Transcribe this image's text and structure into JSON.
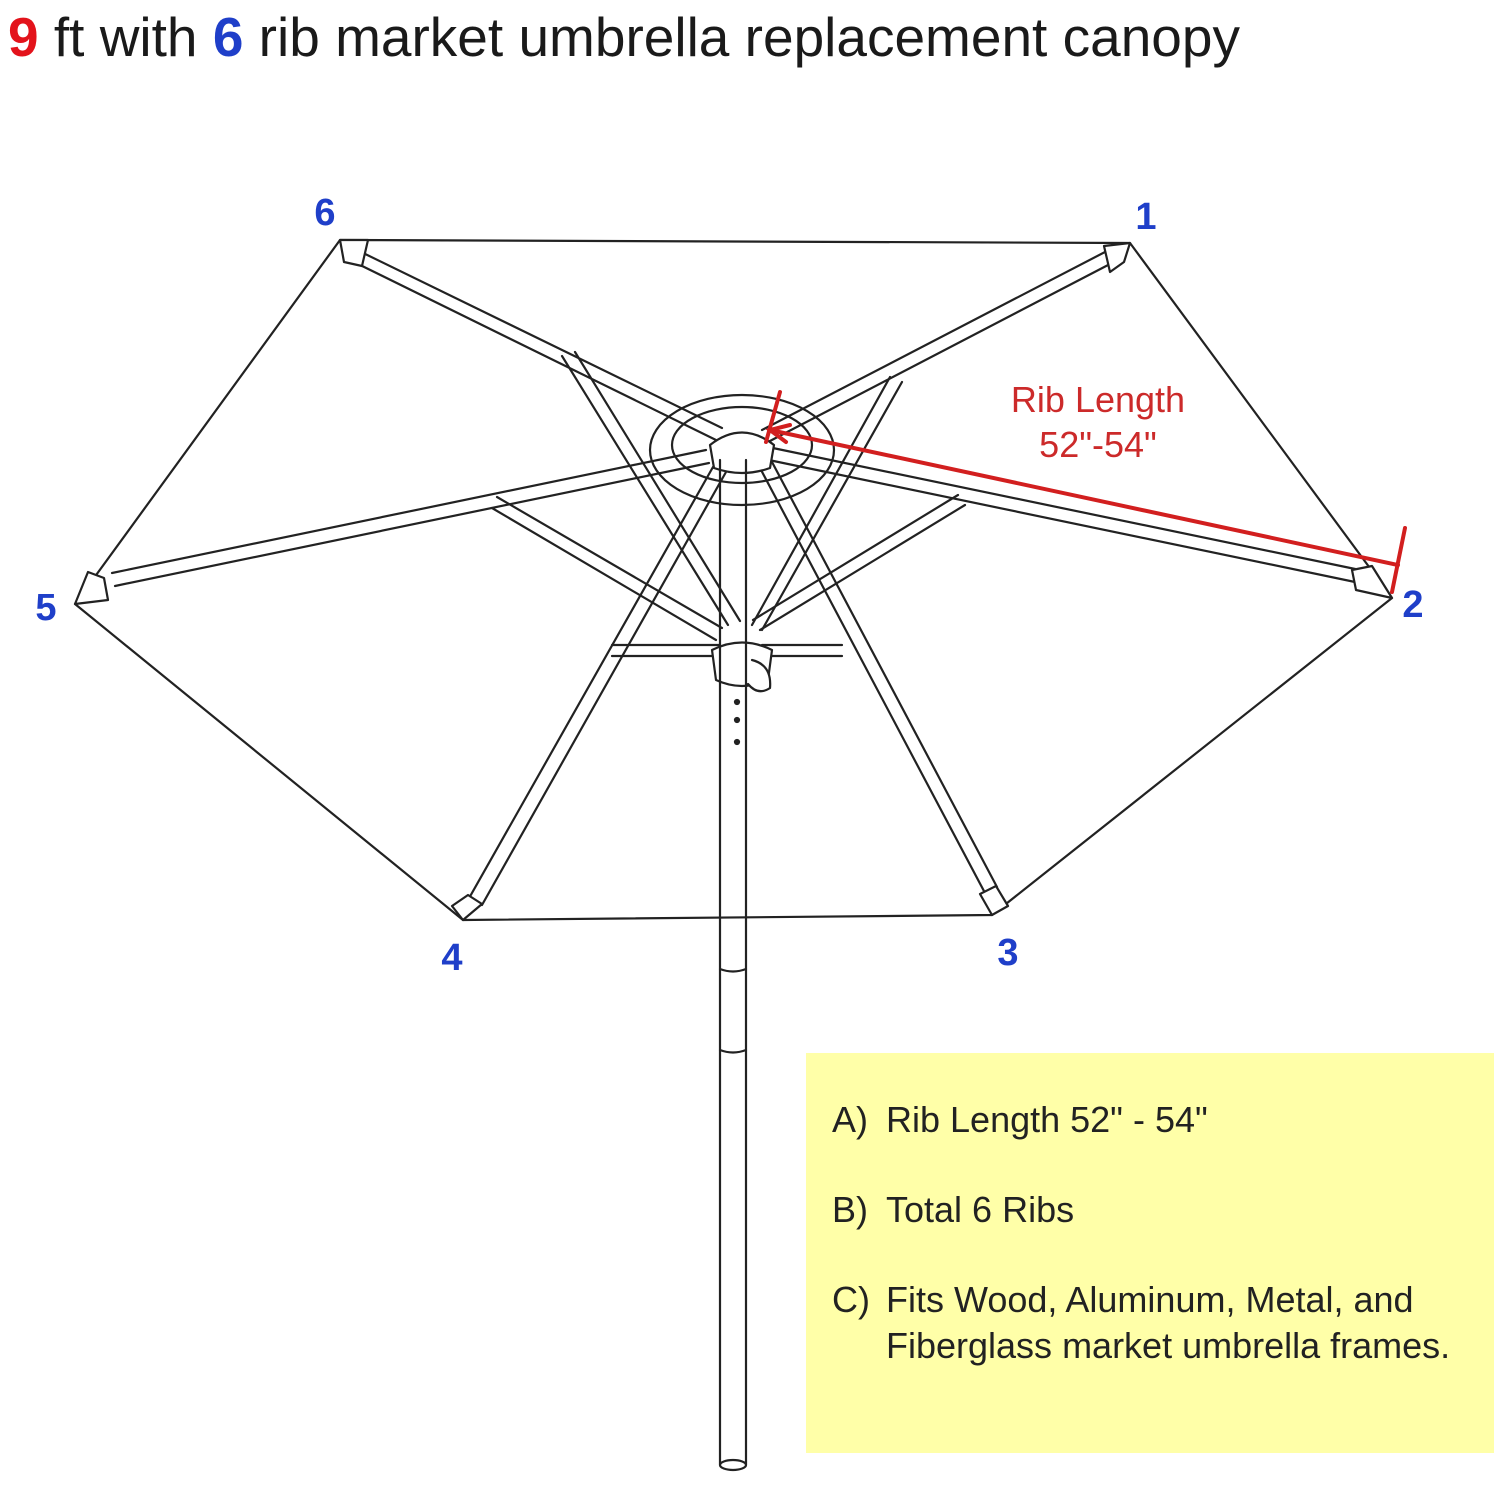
{
  "title": {
    "part1": "9",
    "part2": " ft with ",
    "part3": "6",
    "part4": " rib market umbrella replacement canopy"
  },
  "dimension": {
    "line1": "Rib Length",
    "line2": "52\"-54\""
  },
  "rib_numbers": [
    "1",
    "2",
    "3",
    "4",
    "5",
    "6"
  ],
  "specs": [
    {
      "letter": "A)",
      "text": "Rib Length 52\" - 54\""
    },
    {
      "letter": "B)",
      "text": "Total 6 Ribs"
    },
    {
      "letter": "C)",
      "text": "Fits Wood, Aluminum, Metal, and Fiberglass market umbrella frames."
    }
  ],
  "colors": {
    "title_red": "#e3131b",
    "rib_blue": "#1f3fc9",
    "dimension_red": "#cc2a2a",
    "box_yellow": "#ffffa8"
  }
}
